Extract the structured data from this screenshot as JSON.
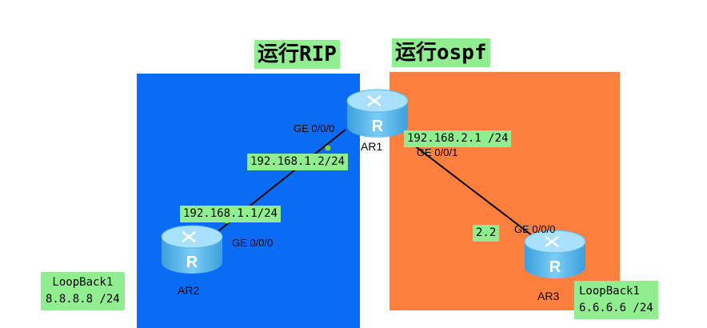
{
  "zones": {
    "rip_title": "运行RIP",
    "ospf_title": "运行ospf"
  },
  "routers": {
    "ar1": {
      "name": "AR1"
    },
    "ar2": {
      "name": "AR2"
    },
    "ar3": {
      "name": "AR3"
    }
  },
  "links": {
    "ar1_ar2": {
      "ar1_port": "GE 0/0/0",
      "ar1_ip": "192.168.1.2/24",
      "ar2_ip": "192.168.1.1/24",
      "ar2_port": "GE 0/0/0"
    },
    "ar1_ar3": {
      "ar1_ip": "192.168.2.1 /24",
      "ar1_port": "GE 0/0/1",
      "ar3_ip": "2.2",
      "ar3_port": "GE 0/0/0"
    }
  },
  "loopbacks": {
    "ar2": {
      "name": "LoopBack1",
      "ip": "8.8.8.8 /24"
    },
    "ar3": {
      "name": "LoopBack1",
      "ip": "6.6.6.6 /24"
    }
  },
  "colors": {
    "rip_zone": "#0a6cf5",
    "ospf_zone": "#ff7f3f",
    "label_bg": "#90ee90",
    "router_body": "#4fb3ea",
    "link": "#000000",
    "port_dot": "#8bd23a"
  }
}
